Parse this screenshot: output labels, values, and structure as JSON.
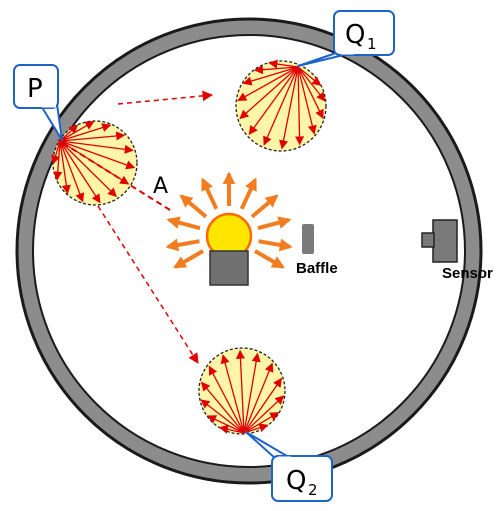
{
  "labels": {
    "p": "P",
    "q1_main": "Q",
    "q1_sub": "1",
    "q2_main": "Q",
    "q2_sub": "2",
    "a": "A",
    "baffle": "Baffle",
    "sensor": "Sensor"
  },
  "colors": {
    "sphere_wall": "#8c8c8c",
    "wall_outline": "#1a1a1a",
    "spot_fill": "#fff5a8",
    "ray": "#e00000",
    "lamp_rays": "#f47c20",
    "bulb": "#ffe600",
    "bulb_outline": "#ff6a00",
    "lamp_base": "#707070",
    "baffle": "#7a7a7a",
    "callout_border": "#1e64c8"
  }
}
